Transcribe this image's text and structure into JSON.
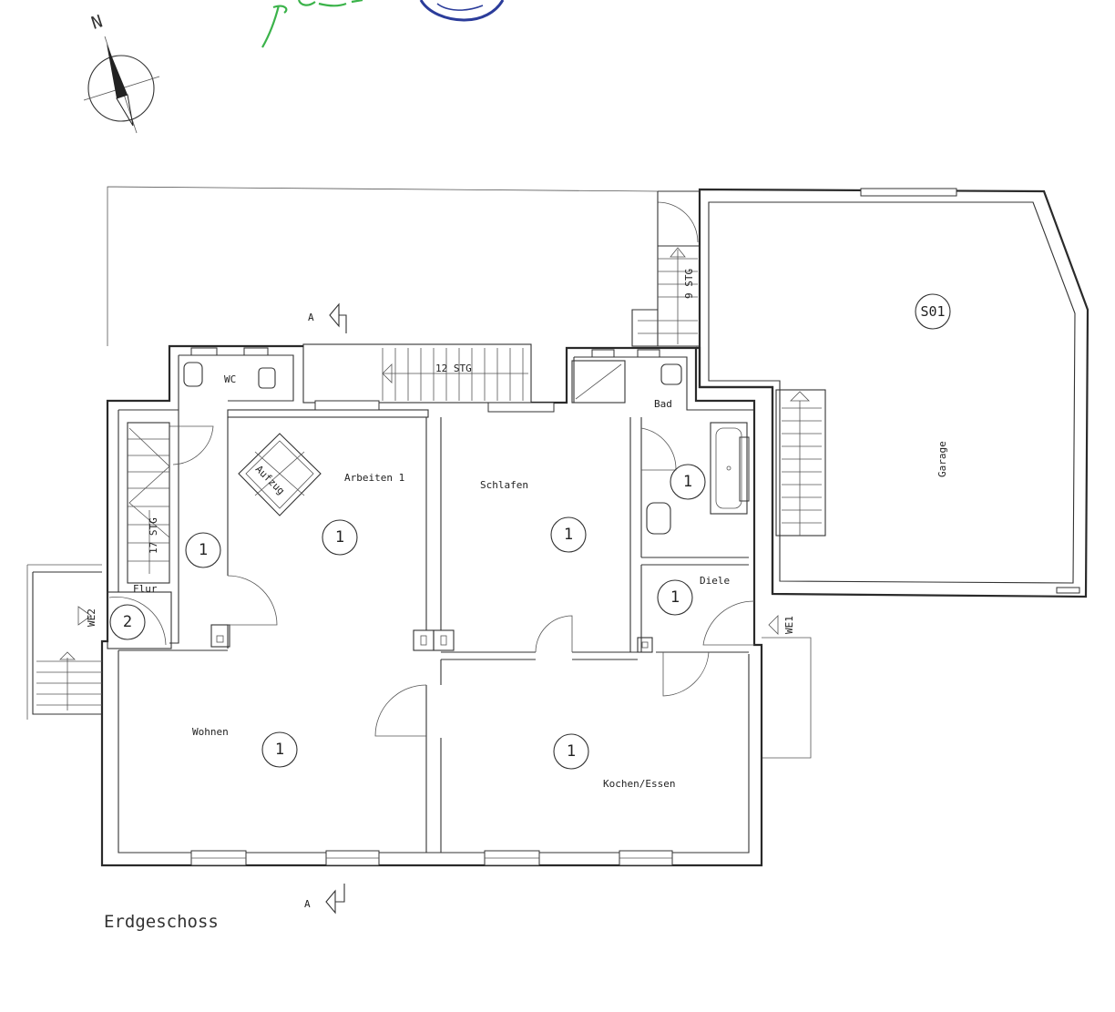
{
  "compass": {
    "north_label": "N"
  },
  "colors": {
    "ink": "#2a2a2a",
    "signature": "#3bb34a",
    "stamp": "#2b3c9a"
  },
  "floor_title": "Erdgeschoss",
  "section_mark": "A",
  "rooms": [
    {
      "name": "WC",
      "unit": null
    },
    {
      "name": "Arbeiten 1",
      "unit": "1"
    },
    {
      "name": "Schlafen",
      "unit": "1"
    },
    {
      "name": "Bad",
      "unit": "1"
    },
    {
      "name": "Diele",
      "unit": "1"
    },
    {
      "name": "Flur",
      "unit": "2"
    },
    {
      "name": "Wohnen",
      "unit": "1"
    },
    {
      "name": "Kochen/Essen",
      "unit": "1"
    },
    {
      "name": "Garage",
      "unit": "S01"
    }
  ],
  "stair_unit": "1",
  "arbeiten_unit": "1",
  "stairs": {
    "main": "12 STG",
    "garage": "9 STG",
    "flur": "17 STG"
  },
  "elevator_label": "Aufzug",
  "entrances": {
    "we1": "WE1",
    "we2": "WE2"
  }
}
